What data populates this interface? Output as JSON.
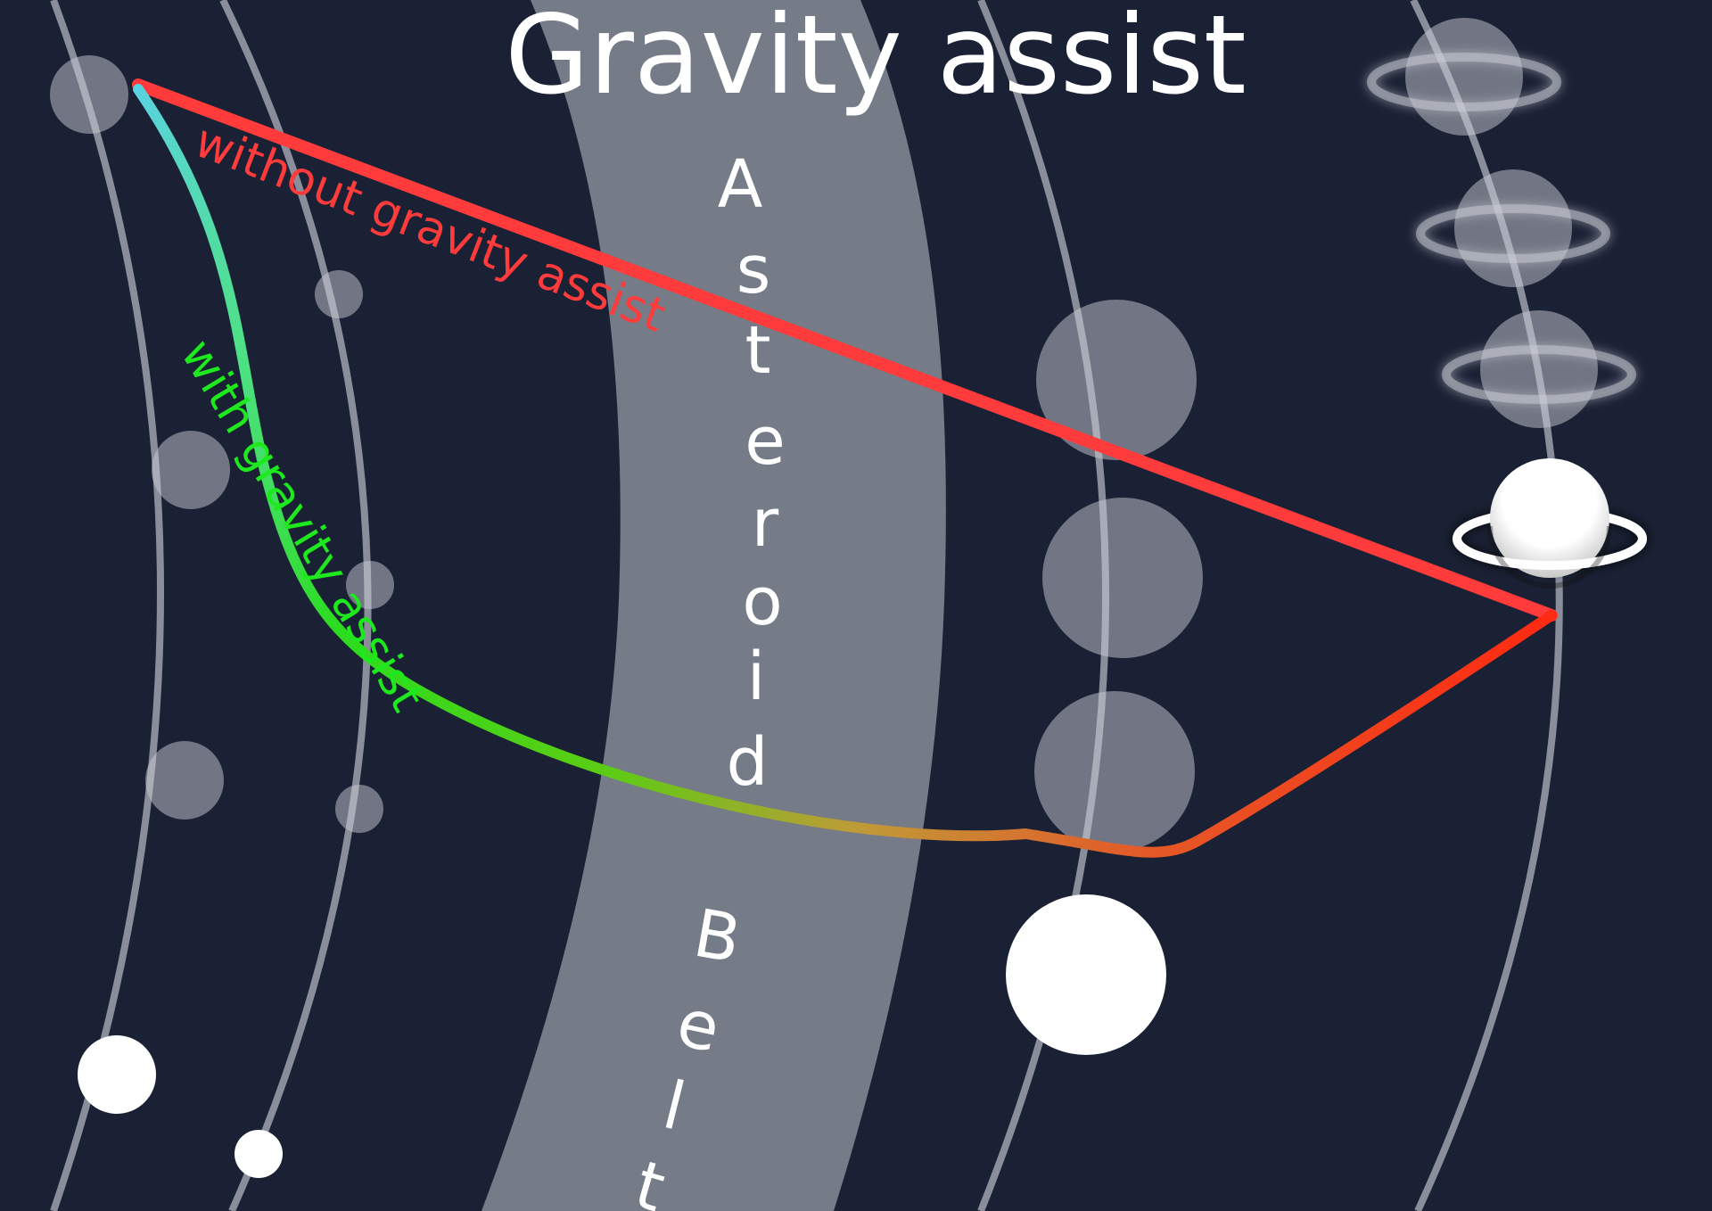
{
  "title": "Gravity assist",
  "belt_label": "Asteroid Belt",
  "labels": {
    "without": "without gravity assist",
    "with": "with gravity assist"
  },
  "colors": {
    "background": "#1a2134",
    "orbit": "#8a8e9b",
    "asteroid_belt": "#757b87",
    "planet_ghost": "#8c909c",
    "planet": "#ffffff",
    "direct_path": "#ff3b3b",
    "assist_path_start": "#5ad2e0",
    "assist_path_mid": "#2cdc1e",
    "assist_path_end": "#ff2a12",
    "without_label": "#ff3b3b",
    "with_label": "#1ee81e"
  },
  "objects": {
    "orbits": [
      "orbit-1",
      "orbit-2",
      "orbit-3",
      "orbit-4"
    ],
    "ghost_positions": [
      "earth-position",
      "mars-position",
      "jupiter-position",
      "saturn-position"
    ],
    "current_positions": [
      "earth",
      "mars",
      "jupiter",
      "saturn"
    ]
  }
}
